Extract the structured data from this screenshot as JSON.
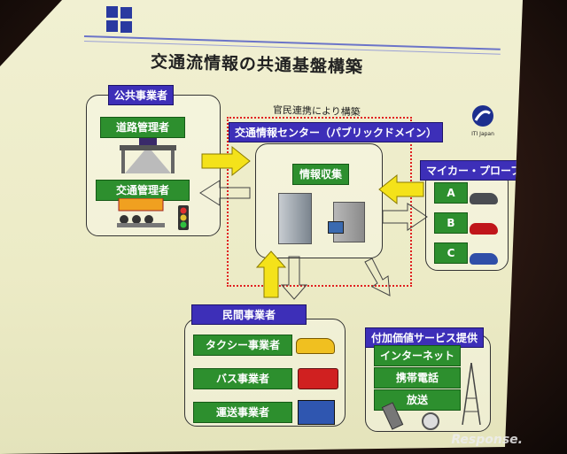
{
  "slide": {
    "title": "交通流情報の共通基盤構築",
    "logo_text": "ITI Japan",
    "collab_label": "官民連携により構築",
    "public_sector": {
      "heading": "公共事業者",
      "items": [
        "道路管理者",
        "交通管理者"
      ]
    },
    "center": {
      "heading": "交通情報センター（パブリックドメイン）",
      "subheading": "情報収集"
    },
    "probe": {
      "heading": "マイカー・プローブ",
      "items": [
        "A",
        "B",
        "C"
      ]
    },
    "private_sector": {
      "heading": "民間事業者",
      "items": [
        "タクシー事業者",
        "バス事業者",
        "運送事業者"
      ]
    },
    "value_added": {
      "heading": "付加価値サービス提供",
      "items": [
        "インターネット",
        "携帯電話",
        "放送"
      ]
    },
    "watermark": "Response."
  },
  "colors": {
    "label_blue": "#3d2fb8",
    "item_green": "#2d8f2e",
    "arrow_yellow": "#f4e21a",
    "dotted_red": "#e02020"
  }
}
